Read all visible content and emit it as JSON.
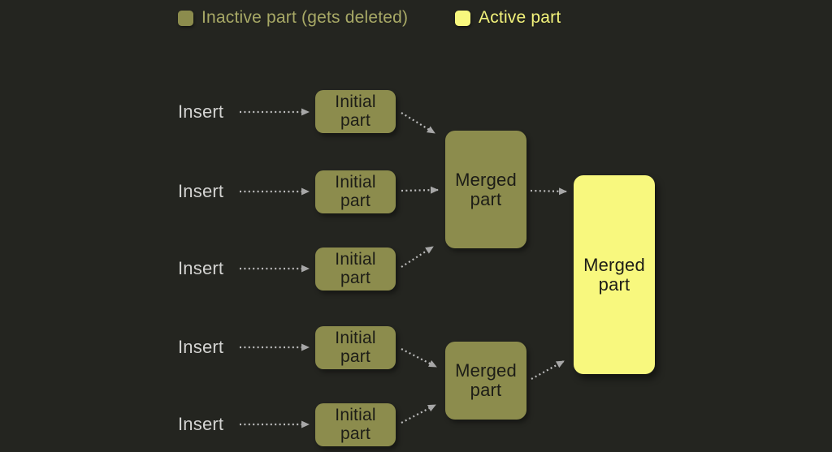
{
  "legend": {
    "inactive_label": "Inactive part (gets deleted)",
    "active_label": "Active part"
  },
  "inserts": [
    {
      "label": "Insert"
    },
    {
      "label": "Insert"
    },
    {
      "label": "Insert"
    },
    {
      "label": "Insert"
    },
    {
      "label": "Insert"
    }
  ],
  "parts": {
    "initial": [
      {
        "label": "Initial part"
      },
      {
        "label": "Initial part"
      },
      {
        "label": "Initial part"
      },
      {
        "label": "Initial part"
      },
      {
        "label": "Initial part"
      }
    ],
    "merged_inactive": [
      {
        "label": "Merged part"
      },
      {
        "label": "Merged part"
      }
    ],
    "merged_active": {
      "label": "Merged part"
    }
  },
  "colors": {
    "background": "#242520",
    "inactive_part": "#8c8c4d",
    "active_part": "#f8f87e",
    "legend_inactive_text": "#a8a966",
    "legend_active_text": "#f3f37b",
    "insert_text": "#d3d3d1",
    "part_text": "#1d1d17",
    "arrow_dots": "#bcbcbc",
    "arrow_head": "#a7a7a7"
  }
}
